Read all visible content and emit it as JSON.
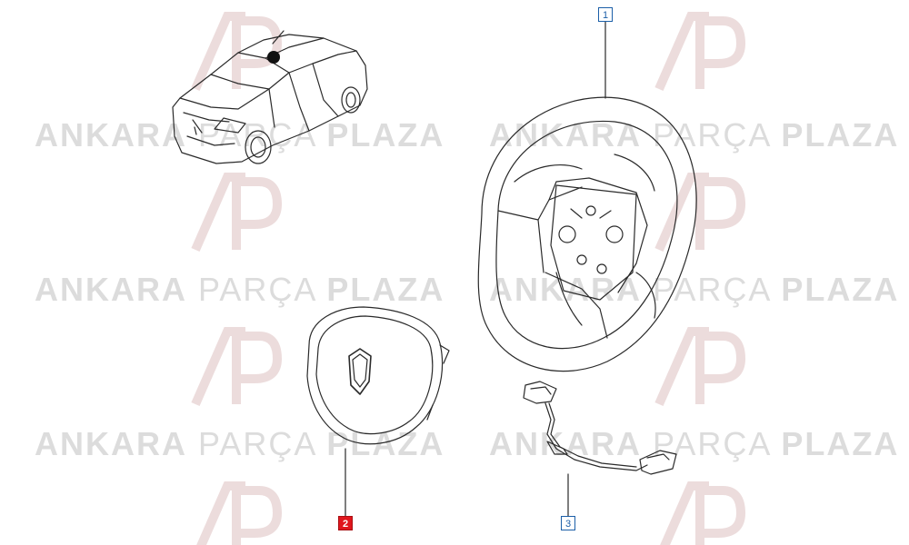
{
  "watermark": {
    "word_bold": "ANKARA",
    "word_light": "PARÇA",
    "word_bold2": "PLAZA"
  },
  "callouts": [
    {
      "label": "1",
      "active": false
    },
    {
      "label": "2",
      "active": true
    },
    {
      "label": "3",
      "active": false
    }
  ],
  "colors": {
    "line": "#2a2a2a",
    "callout_border": "#1c5fa8",
    "callout_active": "#e0161d",
    "watermark": "#dcdcdc"
  }
}
